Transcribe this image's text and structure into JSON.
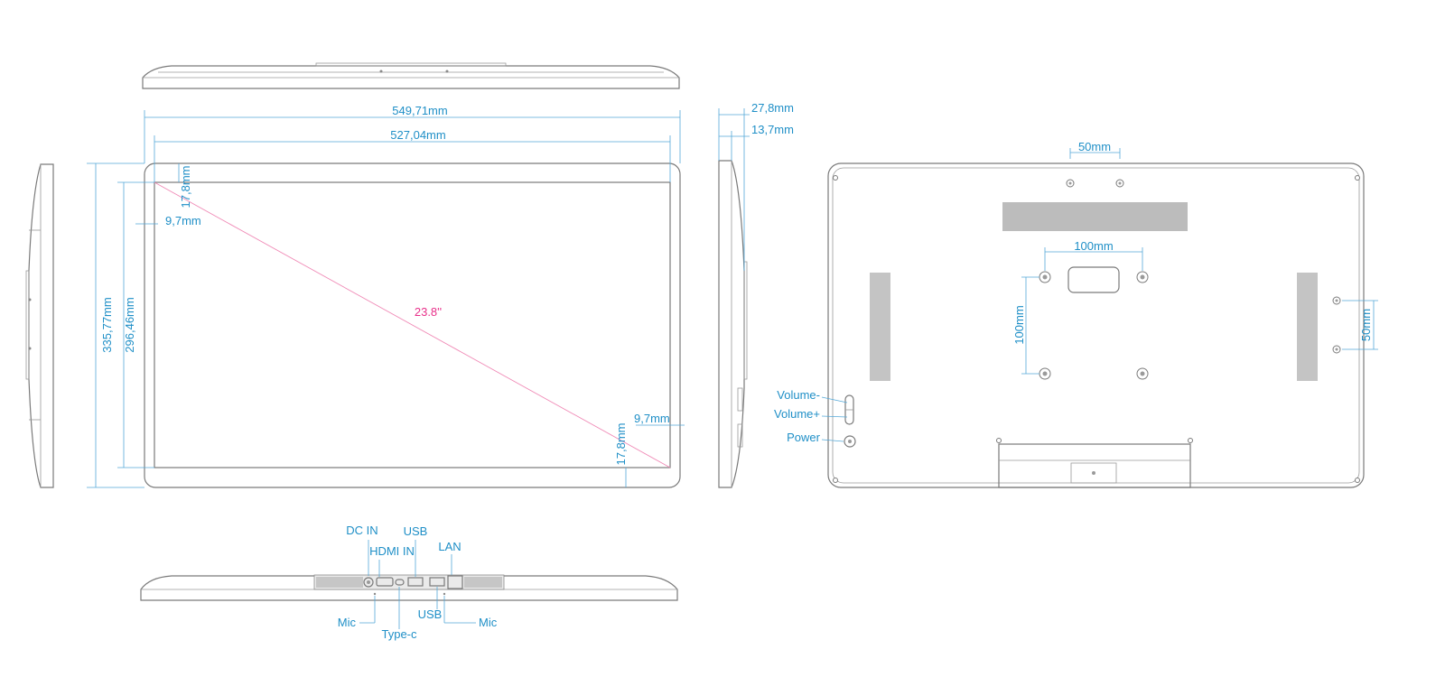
{
  "front": {
    "outer_width": "549,71mm",
    "inner_width": "527,04mm",
    "outer_height": "335,77mm",
    "inner_height": "296,46mm",
    "bezel_top": "17,8mm",
    "bezel_left": "9,7mm",
    "bezel_right": "9,7mm",
    "bezel_bottom": "17,8mm",
    "diagonal": "23.8''"
  },
  "side": {
    "depth_total": "27,8mm",
    "depth_thin": "13,7mm"
  },
  "back": {
    "top_mount_spacing": "50mm",
    "vesa_h": "100mm",
    "vesa_v": "100mm",
    "side_mount_spacing": "50mm",
    "buttons": {
      "volume_minus": "Volume-",
      "volume_plus": "Volume+",
      "power": "Power"
    }
  },
  "ports": {
    "dc_in": "DC IN",
    "hdmi_in": "HDMI IN",
    "usb_top": "USB",
    "lan": "LAN",
    "mic_left": "Mic",
    "type_c": "Type-c",
    "usb_bottom": "USB",
    "mic_right": "Mic"
  },
  "colors": {
    "dimension": "#1f8fc7",
    "diagonal": "#e8308a",
    "outline": "#7a7a7a"
  }
}
